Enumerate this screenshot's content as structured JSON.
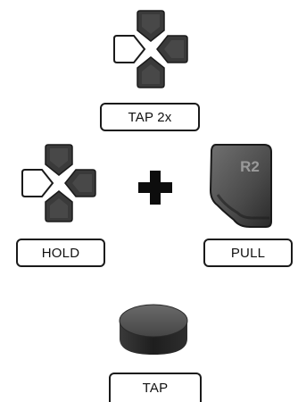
{
  "colors": {
    "dpad_dark": "#3a3a3a",
    "dpad_highlight": "#ffffff",
    "outline": "#1a1a1a",
    "trigger_light": "#6e6e6e",
    "trigger_dark": "#2e2e2e",
    "trigger_text": "#9a9a9a",
    "button_top": "#555555",
    "button_side": "#222222"
  },
  "steps": [
    {
      "icon": "dpad-left-icon",
      "label": "TAP 2x"
    },
    {
      "icon": "dpad-left-icon",
      "label": "HOLD",
      "combine_symbol": "plus-icon",
      "second_icon": "r2-trigger-icon",
      "second_icon_text": "R2",
      "second_label": "PULL"
    },
    {
      "icon": "round-button-icon",
      "label": "TAP"
    }
  ]
}
